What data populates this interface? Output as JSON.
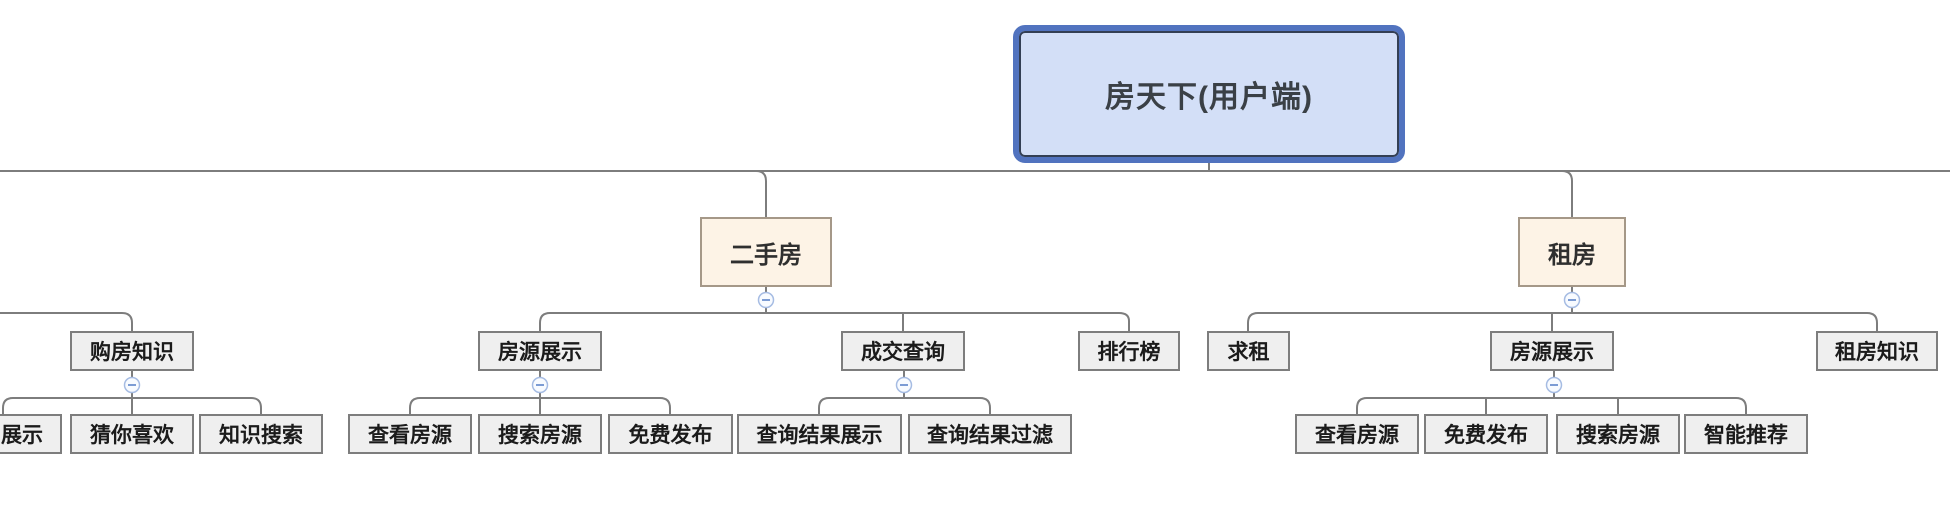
{
  "map": {
    "root_label": "房天下(用户端)",
    "left_offscreen_branch": {
      "knowledge": {
        "label": "购房知识",
        "children": [
          "展示",
          "猜你喜欢",
          "知识搜索"
        ]
      }
    },
    "secondhand": {
      "label": "二手房",
      "listing": {
        "label": "房源展示",
        "children": [
          "查看房源",
          "搜索房源",
          "免费发布"
        ]
      },
      "deal_query": {
        "label": "成交查询",
        "children": [
          "查询结果展示",
          "查询结果过滤"
        ]
      },
      "ranking": {
        "label": "排行榜"
      }
    },
    "rent": {
      "label": "租房",
      "seek": {
        "label": "求租"
      },
      "listing": {
        "label": "房源展示",
        "children": [
          "查看房源",
          "免费发布",
          "搜索房源",
          "智能推荐"
        ]
      },
      "knowledge": {
        "label": "租房知识"
      }
    }
  },
  "colors": {
    "line": "#7d7d7d",
    "leaf_fill": "#efefef",
    "leaf_border": "#7d7d7d",
    "branch_fill": "#fdf3e6",
    "branch_border": "#a59888",
    "root_fill": "#d3dff7",
    "root_border": "#5173bf",
    "root_inner": "#333f54",
    "collapse_ring": "#a6bce3",
    "collapse_fill": "#f8fbff",
    "collapse_glyph": "#6e92cf"
  }
}
